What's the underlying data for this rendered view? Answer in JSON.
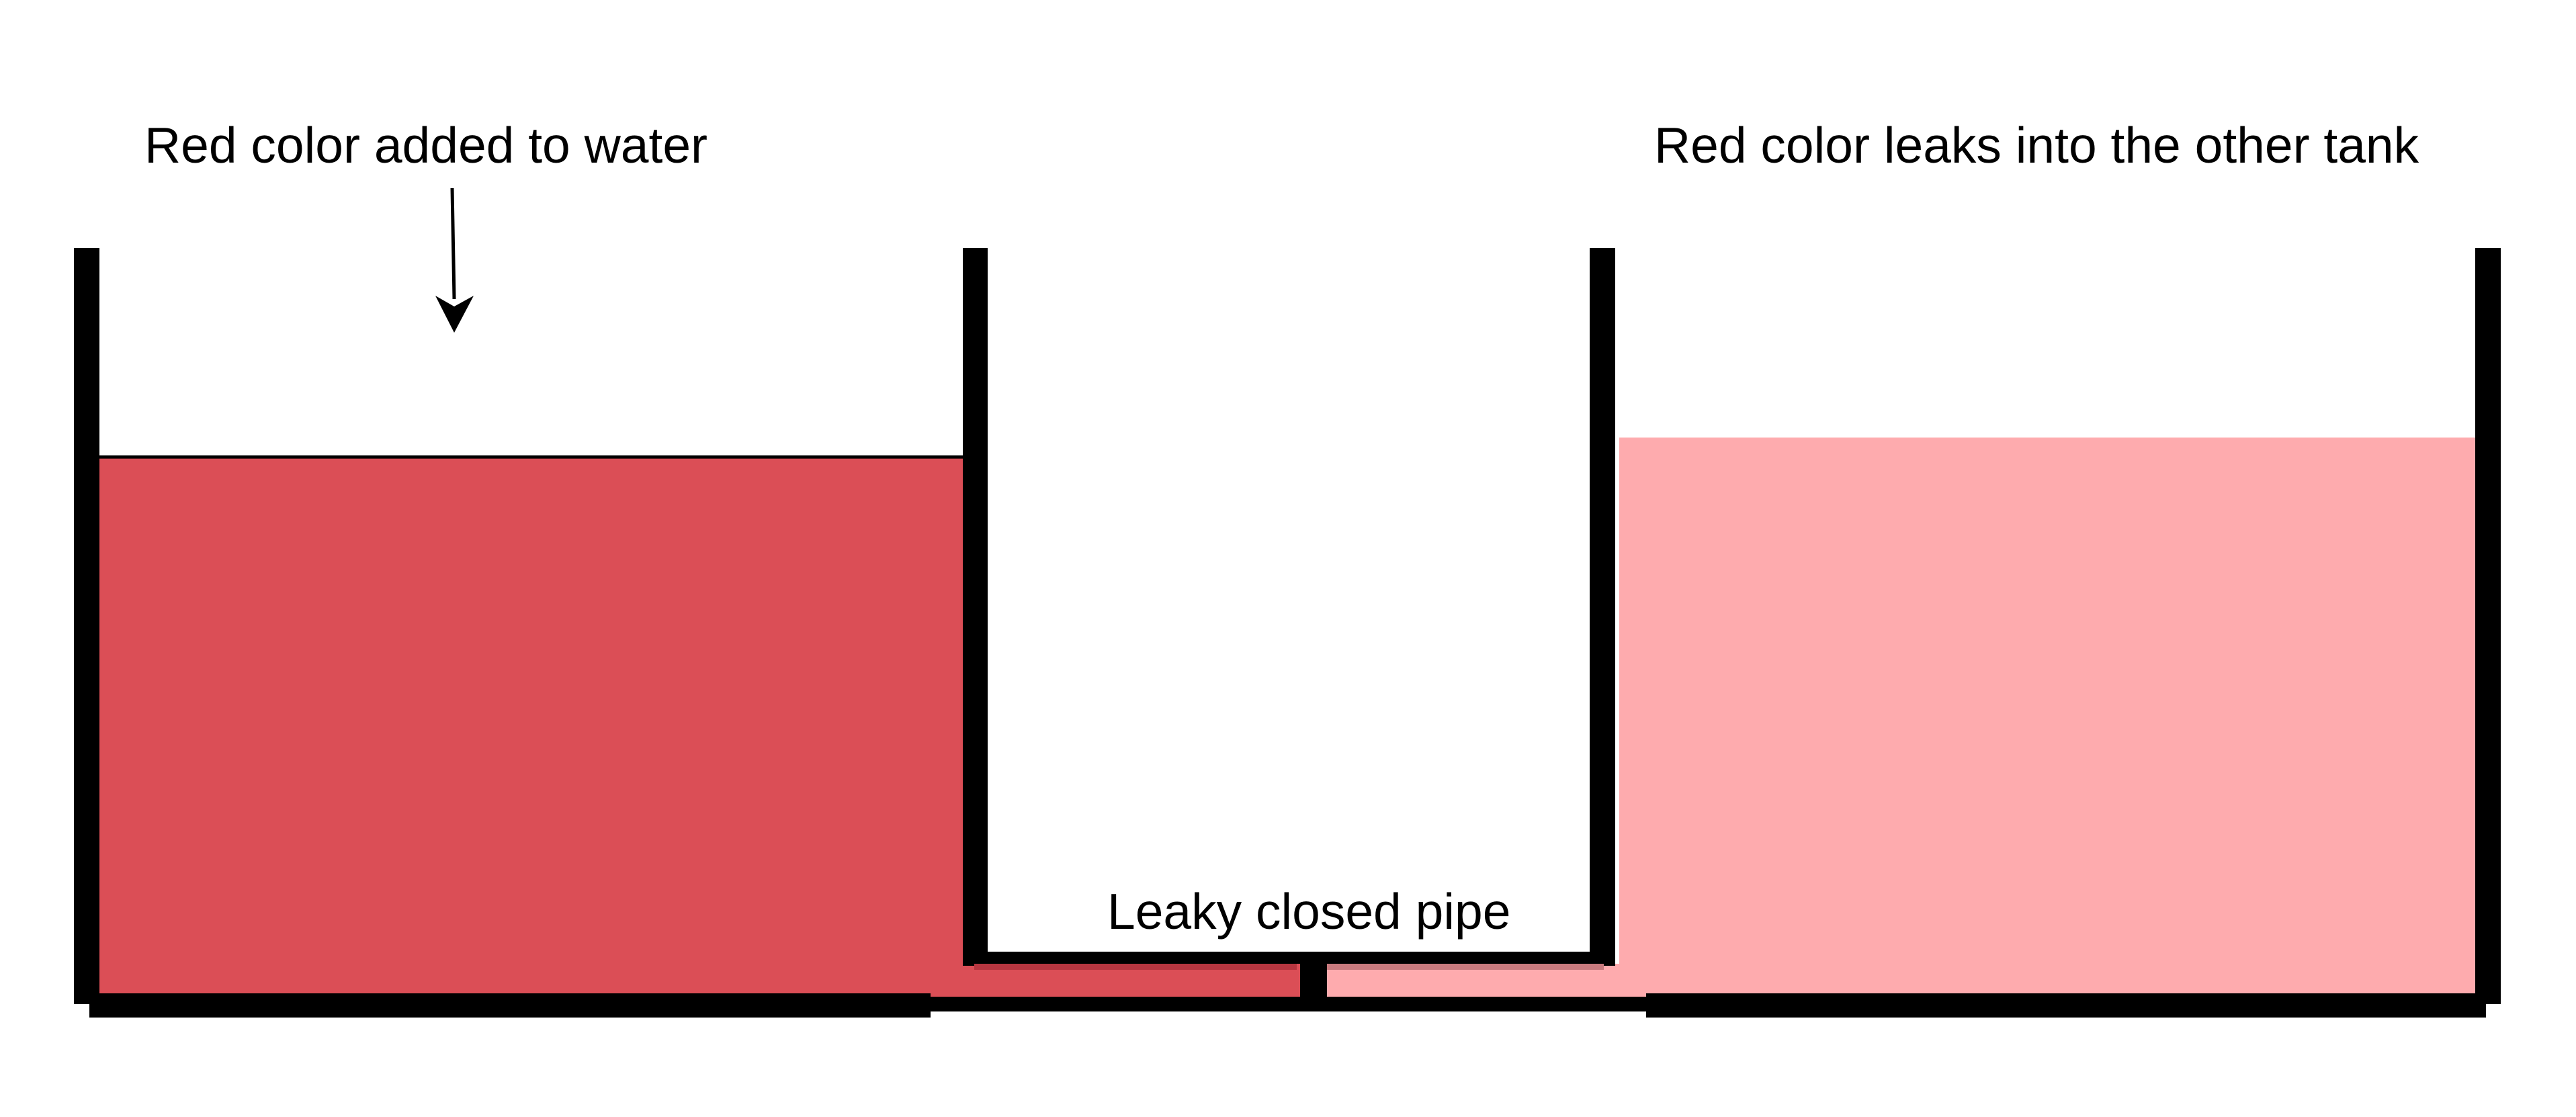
{
  "labels": {
    "left_annotation": "Red color added to water",
    "right_annotation": "Red color leaks into the other tank",
    "pipe_label": "Leaky closed pipe"
  },
  "colors": {
    "dark_red_water": "#DB4E56",
    "light_red_water": "#FEABAE",
    "outline": "#000000",
    "background": "#FFFFFF"
  }
}
